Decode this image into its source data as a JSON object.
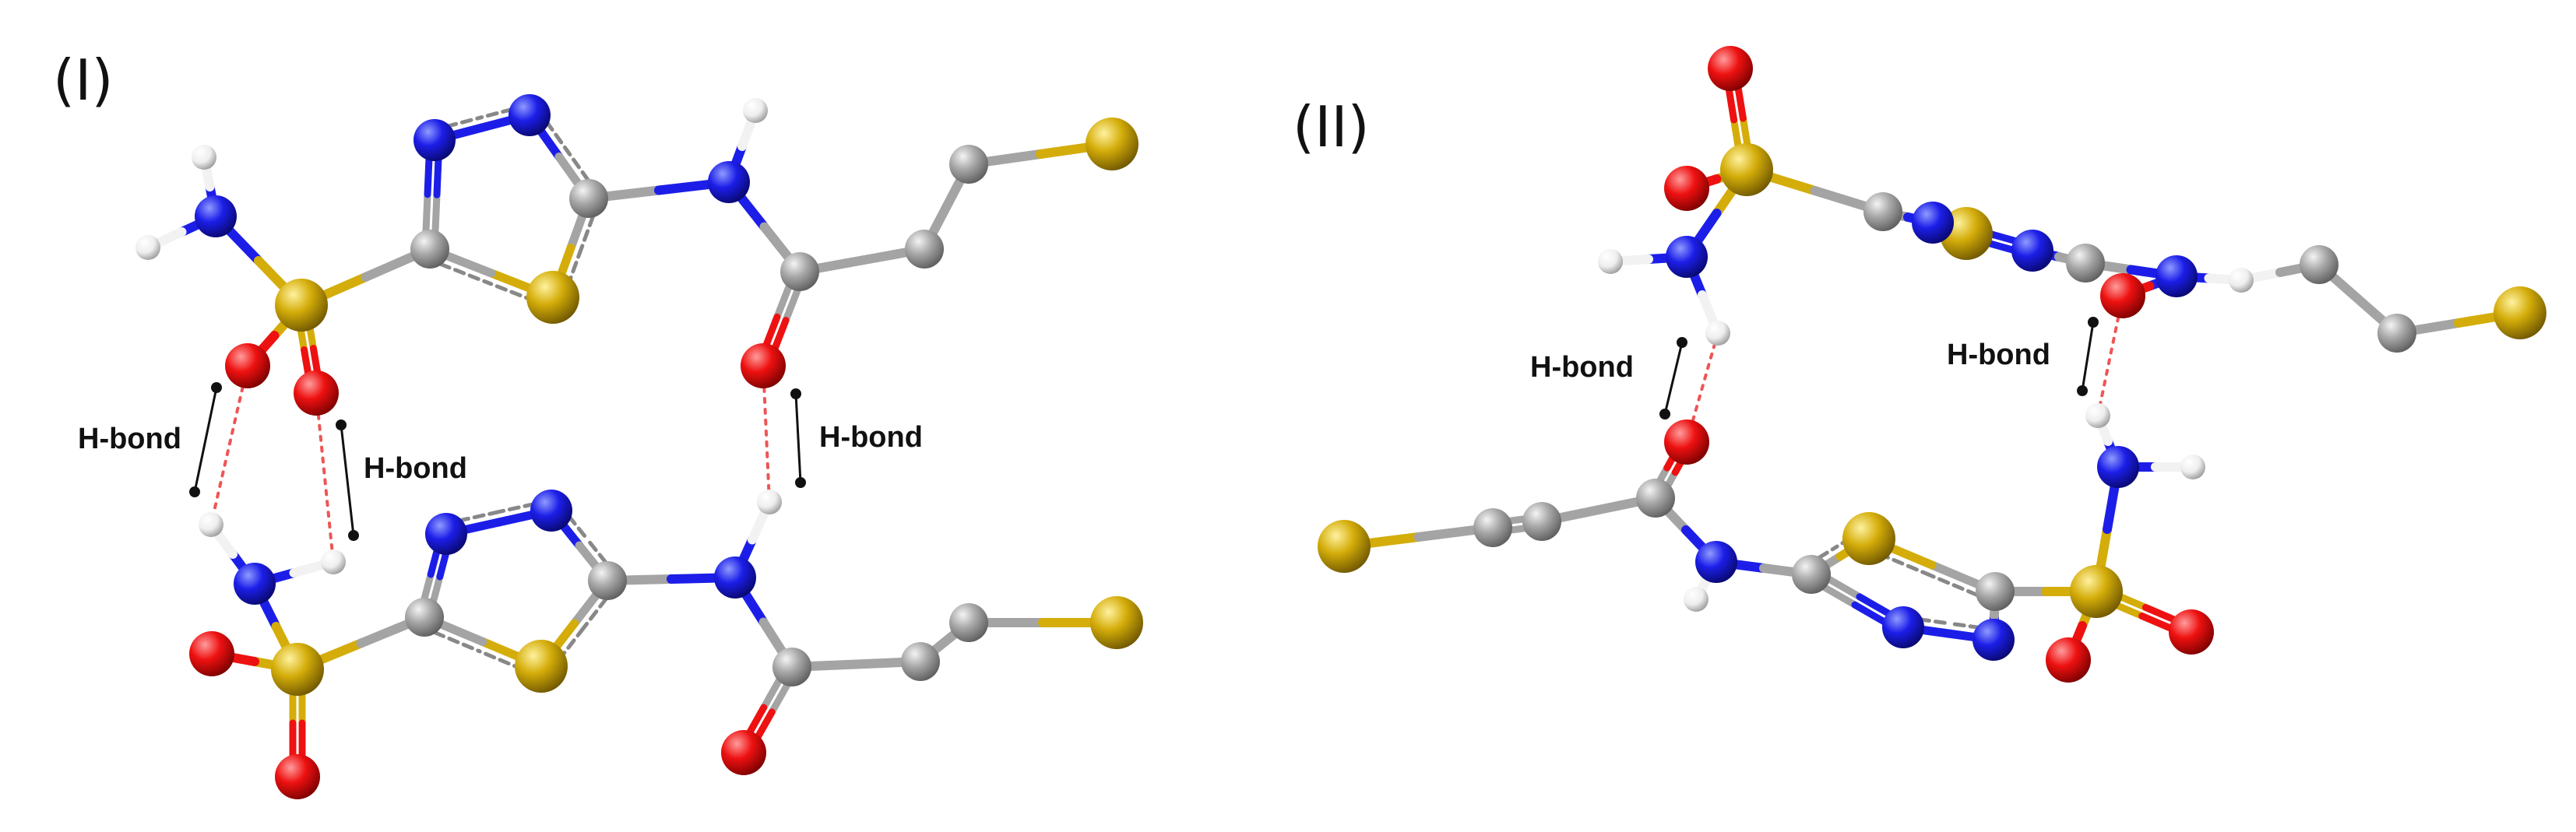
{
  "panels": [
    {
      "label": "(I)"
    },
    {
      "label": "(II)"
    }
  ],
  "hbond_label": "H-bond",
  "atom_colors": {
    "carbon": "#a4a4a4",
    "nitrogen": "#1c1ee8",
    "oxygen": "#ee1111",
    "sulfur": "#d4ad0a",
    "hydrogen": "#f2f2f2"
  },
  "hbond_line_color": "#ee5555"
}
